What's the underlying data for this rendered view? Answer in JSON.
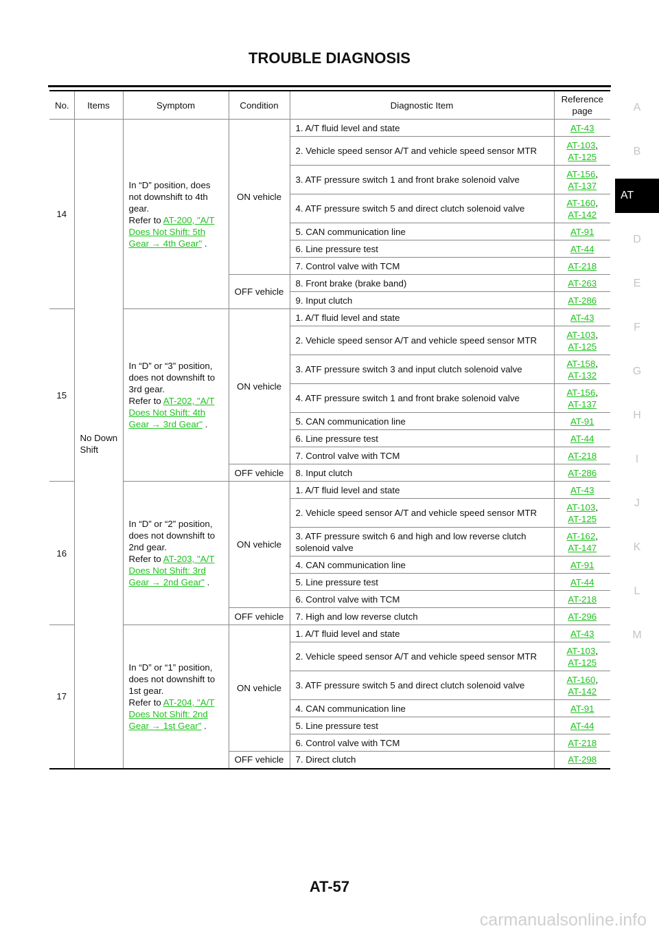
{
  "title": "TROUBLE DIAGNOSIS",
  "page_number": "AT-57",
  "watermark": "carmanualsonline.info",
  "side_tabs": [
    "A",
    "B",
    "AT",
    "D",
    "E",
    "F",
    "G",
    "H",
    "I",
    "J",
    "K",
    "L",
    "M"
  ],
  "active_tab": "AT",
  "colors": {
    "link": "#1ec21e",
    "side_tab": "#c4c4c4"
  },
  "headers": {
    "no": "No.",
    "items": "Items",
    "symptom": "Symptom",
    "condition": "Condition",
    "diag": "Diagnostic Item",
    "ref": "Reference page"
  },
  "items_label": "No Down Shift",
  "groups": [
    {
      "no": "14",
      "symptom": "In “D” position, does not downshift to 4th gear.",
      "refer": "Refer to ",
      "link": "AT-200, \"A/T Does Not Shift: 5th Gear → 4th Gear\"",
      "suffix": " .",
      "conditions": [
        {
          "label": "ON vehicle",
          "items": [
            {
              "text": "1. A/T fluid level and state",
              "refs": [
                "AT-43"
              ]
            },
            {
              "text": "2. Vehicle speed sensor A/T and vehicle speed sensor MTR",
              "refs": [
                "AT-103",
                "AT-125"
              ]
            },
            {
              "text": "3. ATF pressure switch 1 and front brake solenoid valve",
              "refs": [
                "AT-156",
                "AT-137"
              ]
            },
            {
              "text": "4. ATF pressure switch 5 and direct clutch solenoid valve",
              "refs": [
                "AT-160",
                "AT-142"
              ]
            },
            {
              "text": "5. CAN communication line",
              "refs": [
                "AT-91"
              ]
            },
            {
              "text": "6. Line pressure test",
              "refs": [
                "AT-44"
              ]
            },
            {
              "text": "7. Control valve with TCM",
              "refs": [
                "AT-218"
              ]
            }
          ]
        },
        {
          "label": "OFF vehicle",
          "items": [
            {
              "text": "8. Front brake (brake band)",
              "refs": [
                "AT-263"
              ]
            },
            {
              "text": "9. Input clutch",
              "refs": [
                "AT-286"
              ]
            }
          ]
        }
      ]
    },
    {
      "no": "15",
      "symptom": "In “D” or “3” position, does not downshift to 3rd gear.",
      "refer": "Refer to ",
      "link": "AT-202, \"A/T Does Not Shift: 4th Gear → 3rd Gear\"",
      "suffix": " .",
      "conditions": [
        {
          "label": "ON vehicle",
          "items": [
            {
              "text": "1. A/T fluid level and state",
              "refs": [
                "AT-43"
              ]
            },
            {
              "text": "2. Vehicle speed sensor A/T and vehicle speed sensor MTR",
              "refs": [
                "AT-103",
                "AT-125"
              ]
            },
            {
              "text": "3. ATF pressure switch 3 and input clutch solenoid valve",
              "refs": [
                "AT-158",
                "AT-132"
              ]
            },
            {
              "text": "4. ATF pressure switch 1 and front brake solenoid valve",
              "refs": [
                "AT-156",
                "AT-137"
              ]
            },
            {
              "text": "5. CAN communication line",
              "refs": [
                "AT-91"
              ]
            },
            {
              "text": "6. Line pressure test",
              "refs": [
                "AT-44"
              ]
            },
            {
              "text": "7. Control valve with TCM",
              "refs": [
                "AT-218"
              ]
            }
          ]
        },
        {
          "label": "OFF vehicle",
          "items": [
            {
              "text": "8. Input clutch",
              "refs": [
                "AT-286"
              ]
            }
          ]
        }
      ]
    },
    {
      "no": "16",
      "symptom": "In “D” or “2” position, does not downshift to 2nd gear.",
      "refer": "Refer to ",
      "link": "AT-203, \"A/T Does Not Shift: 3rd Gear → 2nd Gear\"",
      "suffix": " .",
      "conditions": [
        {
          "label": "ON vehicle",
          "items": [
            {
              "text": "1. A/T fluid level and state",
              "refs": [
                "AT-43"
              ]
            },
            {
              "text": "2. Vehicle speed sensor A/T and vehicle speed sensor MTR",
              "refs": [
                "AT-103",
                "AT-125"
              ]
            },
            {
              "text": "3. ATF pressure switch 6 and high and low reverse clutch solenoid valve",
              "refs": [
                "AT-162",
                "AT-147"
              ]
            },
            {
              "text": "4. CAN communication line",
              "refs": [
                "AT-91"
              ]
            },
            {
              "text": "5. Line pressure test",
              "refs": [
                "AT-44"
              ]
            },
            {
              "text": "6. Control valve with TCM",
              "refs": [
                "AT-218"
              ]
            }
          ]
        },
        {
          "label": "OFF vehicle",
          "items": [
            {
              "text": "7. High and low reverse clutch",
              "refs": [
                "AT-296"
              ]
            }
          ]
        }
      ]
    },
    {
      "no": "17",
      "symptom": "In “D” or “1” position, does not downshift to 1st gear.",
      "refer": "Refer to ",
      "link": "AT-204, \"A/T Does Not Shift: 2nd Gear → 1st Gear\"",
      "suffix": " .",
      "conditions": [
        {
          "label": "ON vehicle",
          "items": [
            {
              "text": "1. A/T fluid level and state",
              "refs": [
                "AT-43"
              ]
            },
            {
              "text": "2. Vehicle speed sensor A/T and vehicle speed sensor MTR",
              "refs": [
                "AT-103",
                "AT-125"
              ]
            },
            {
              "text": "3. ATF pressure switch 5 and direct clutch solenoid valve",
              "refs": [
                "AT-160",
                "AT-142"
              ]
            },
            {
              "text": "4. CAN communication line",
              "refs": [
                "AT-91"
              ]
            },
            {
              "text": "5. Line pressure test",
              "refs": [
                "AT-44"
              ]
            },
            {
              "text": "6. Control valve with TCM",
              "refs": [
                "AT-218"
              ]
            }
          ]
        },
        {
          "label": "OFF vehicle",
          "items": [
            {
              "text": "7. Direct clutch",
              "refs": [
                "AT-298"
              ]
            }
          ]
        }
      ]
    }
  ]
}
